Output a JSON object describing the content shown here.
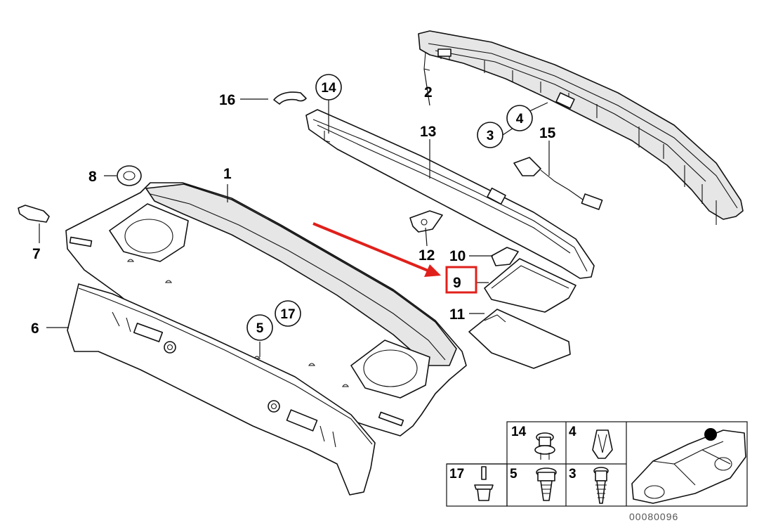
{
  "callouts": {
    "p1": "1",
    "p2": "2",
    "p3": "3",
    "p4": "4",
    "p5": "5",
    "p6": "6",
    "p7": "7",
    "p8": "8",
    "p9": "9",
    "p10": "10",
    "p11": "11",
    "p12": "12",
    "p13": "13",
    "p14": "14",
    "p15": "15",
    "p16": "16",
    "p17": "17"
  },
  "legend_table": {
    "c14": "14",
    "c4": "4",
    "c17": "17",
    "c5": "5",
    "c3": "3"
  },
  "catalog_number": "00080096",
  "highlight_color": "#e0201b",
  "arrow_color": "#e0201b"
}
